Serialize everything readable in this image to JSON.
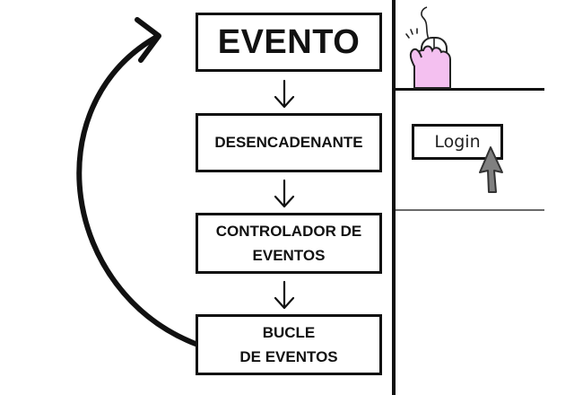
{
  "flow": {
    "evento": "EVENTO",
    "desencadenante": "DESENCADENANTE",
    "controlador_line1": "CONTROLADOR DE",
    "controlador_line2": "EVENTOS",
    "bucle_line1": "BUCLE",
    "bucle_line2": "DE EVENTOS"
  },
  "illustration": {
    "login_label": "Login",
    "hand_icon": "hand-clicking-mouse",
    "cursor_icon": "arrow-cursor",
    "hand_color": "#f4c0f0",
    "cursor_color": "#808080"
  },
  "colors": {
    "ink": "#111111",
    "background": "#ffffff"
  }
}
